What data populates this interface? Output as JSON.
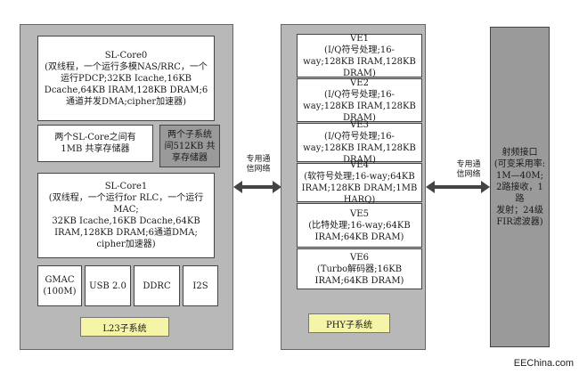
{
  "l23": {
    "core0": "SL-Core0\n(双线程，一个运行多模NAS/RRC，一个运行PDCP;32KB Icache,16KB Dcache,64KB IRAM,128KB DRAM;6通道并发DMA;cipher加速器)",
    "shared_mem": "两个SL-Core之间有\n1MB 共享存储器",
    "subsystem_mem": "两个子系统\n间512KB 共\n享存储器",
    "core1": "SL-Core1\n(双线程，一个运行for RLC，一个运行MAC;\n32KB Icache,16KB Dcache,64KB IRAM,128KB DRAM;6通道DMA;\ncipher加速器)",
    "gmac": "GMAC\n(100M)",
    "usb": "USB 2.0",
    "ddrc": "DDRC",
    "i2s": "I2S",
    "title": "L23子系统"
  },
  "link1": "专用通\n信网络",
  "phy": {
    "items": [
      "VE1\n(I/Q符号处理;16-way;128KB IRAM,128KB DRAM)",
      "VE2\n(I/Q符号处理;16-way;128KB IRAM,128KB DRAM)",
      "VE3\n(I/Q符号处理;16-way;128KB IRAM,128KB DRAM)",
      "VE4\n(软符号处理;16-way;64KB IRAM;128KB DRAM;1MB HARQ)",
      "VE5\n(比特处理;16-way;64KB IRAM;64KB DRAM)",
      "VE6\n(Turbo解码器;16KB IRAM;64KB DRAM)"
    ],
    "title": "PHY子系统"
  },
  "link2": "专用通\n信网络",
  "rf": "射频接口\n(可变采用率:\n1M—40M;\n2路接收，1路\n发射；24级\nFIR滤波器)",
  "watermark": "EEChina.com"
}
